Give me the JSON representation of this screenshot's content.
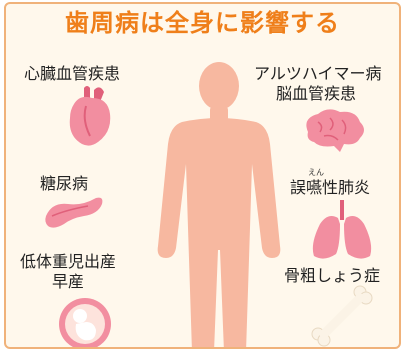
{
  "title": "歯周病は全身に影響する",
  "labels": {
    "heart": "心臓血管疾患",
    "diabetes": "糖尿病",
    "birth_line1": "低体重児出産",
    "birth_line2": "早産",
    "brain_line1": "アルツハイマー病",
    "brain_line2": "脳血管疾患",
    "pneumonia": "誤嚥性肺炎",
    "pneumonia_ruby": "えん",
    "osteo": "骨粗しょう症"
  },
  "colors": {
    "title": "#ef7f1a",
    "frame": "#f0b27a",
    "background": "#fff8ec",
    "body": "#f7b8a0",
    "organ": "#f28ea0",
    "bone": "#fbf3e6"
  },
  "icons": [
    "human-body-silhouette",
    "heart-icon",
    "pancreas-icon",
    "fetus-icon",
    "brain-icon",
    "lungs-icon",
    "bone-icon"
  ]
}
